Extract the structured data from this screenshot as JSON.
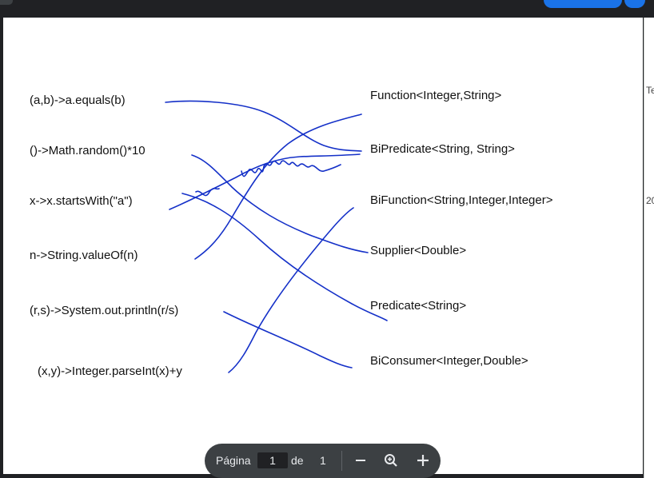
{
  "right_edge_fragments": [
    "Te",
    "20"
  ],
  "left_expressions": [
    "(a,b)->a.equals(b)",
    "()->Math.random()*10",
    "x->x.startsWith(\"a\")",
    "n->String.valueOf(n)",
    "(r,s)->System.out.println(r/s)",
    "(x,y)->Integer.parseInt(x)+y"
  ],
  "right_interfaces": [
    "Function<Integer,String>",
    "BiPredicate<String, String>",
    "BiFunction<String,Integer,Integer>",
    "Supplier<Double>",
    "Predicate<String>",
    "BiConsumer<Integer,Double>"
  ],
  "toolbar": {
    "page_label": "Página",
    "current_page": "1",
    "of_label": "de",
    "total_pages": "1",
    "zoom_out_icon": "minus-icon",
    "zoom_fit_icon": "zoom-icon",
    "zoom_in_icon": "plus-icon"
  },
  "colors": {
    "ink": "#1430c8",
    "viewer_background": "#202124",
    "toolbar_background": "#3c4043",
    "accent": "#1a73e8"
  }
}
